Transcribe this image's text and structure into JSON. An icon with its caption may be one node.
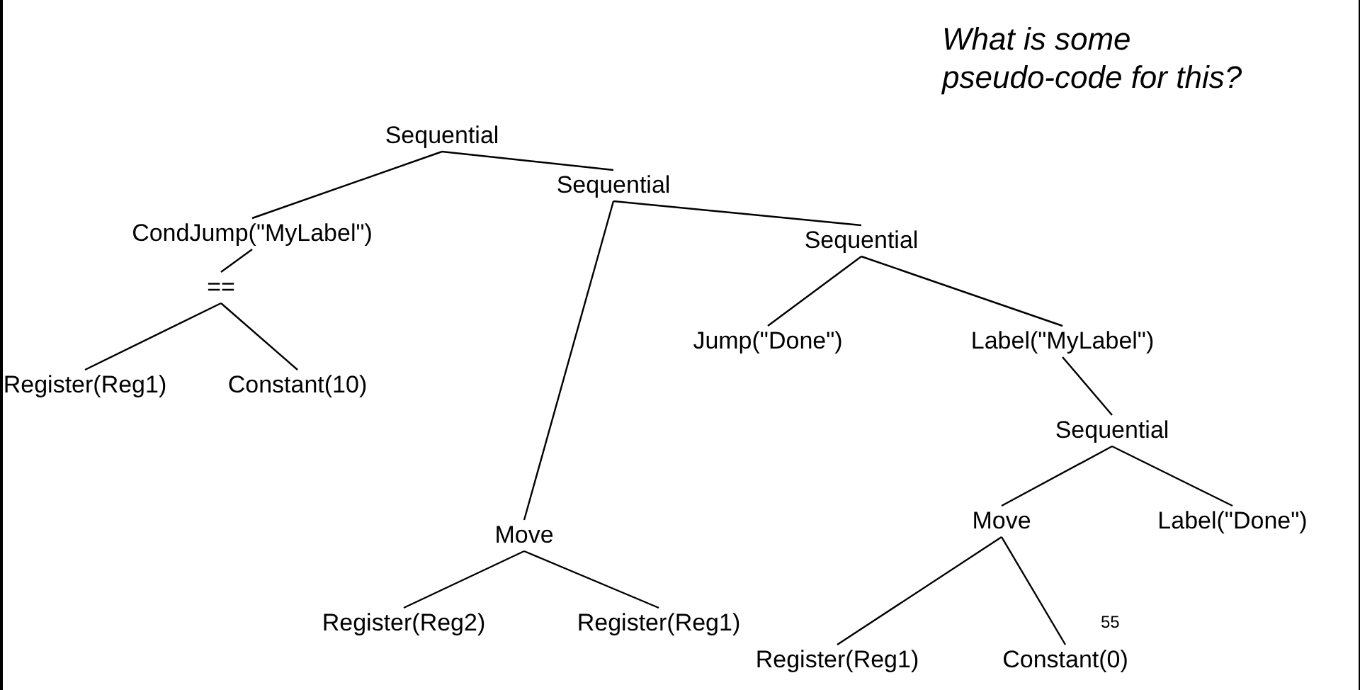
{
  "diagram": {
    "nodes": [
      {
        "text": [
          "Sequential"
        ]
      },
      {
        "text": [
          "CondJump(\"MyLabel\")"
        ]
      },
      {
        "text": [
          "=="
        ]
      },
      {
        "text": [
          "Register(Reg1)"
        ]
      },
      {
        "text": [
          "Constant(10)"
        ]
      },
      {
        "text": [
          "Sequential"
        ]
      },
      {
        "text": [
          "Move"
        ]
      },
      {
        "text": [
          "Register(Reg2)"
        ]
      },
      {
        "text": [
          "Register(Reg1)"
        ]
      },
      {
        "text": [
          "Sequential"
        ]
      },
      {
        "text": [
          "Jump(\"Done\")"
        ]
      },
      {
        "text": [
          "Label(\"MyLabel\")"
        ]
      },
      {
        "text": [
          "Sequential"
        ]
      },
      {
        "text": [
          "Move"
        ]
      },
      {
        "text": [
          "Register(Reg1)"
        ]
      },
      {
        "text": [
          "Constant(0)"
        ]
      },
      {
        "text": [
          "Label(\"Done\")"
        ]
      }
    ],
    "edges": [
      {
        "from": 0,
        "to": 1,
        "arrow": "none"
      },
      {
        "from": 1,
        "to": 2,
        "arrow": "none"
      },
      {
        "from": 2,
        "to": 3,
        "arrow": "none"
      },
      {
        "from": 2,
        "to": 4,
        "arrow": "none"
      },
      {
        "from": 0,
        "to": 5,
        "arrow": "none"
      },
      {
        "from": 5,
        "to": 6,
        "arrow": "none"
      },
      {
        "from": 6,
        "to": 7,
        "arrow": "none"
      },
      {
        "from": 6,
        "to": 8,
        "arrow": "none"
      },
      {
        "from": 5,
        "to": 9,
        "arrow": "none"
      },
      {
        "from": 9,
        "to": 10,
        "arrow": "none"
      },
      {
        "from": 9,
        "to": 11,
        "arrow": "none"
      },
      {
        "from": 11,
        "to": 12,
        "arrow": "none"
      },
      {
        "from": 12,
        "to": 13,
        "arrow": "none"
      },
      {
        "from": 12,
        "to": 16,
        "arrow": "none"
      },
      {
        "from": 13,
        "to": 14,
        "arrow": "none"
      },
      {
        "from": 13,
        "to": 15,
        "arrow": "none"
      }
    ],
    "labels": [
      "What is some pseudo-code for this?",
      "55"
    ]
  }
}
